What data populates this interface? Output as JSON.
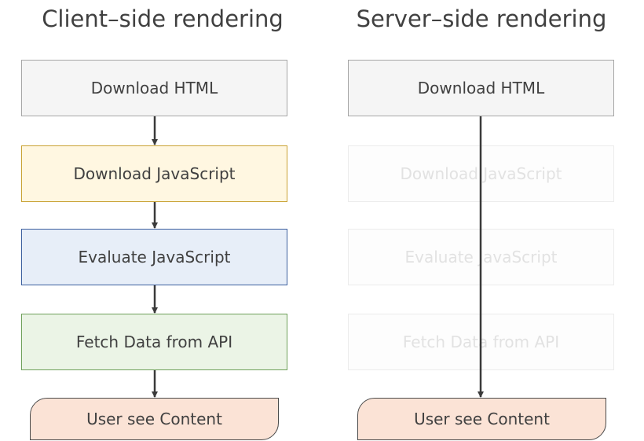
{
  "client_side": {
    "title": "Client–side rendering",
    "steps": [
      "Download HTML",
      "Download JavaScript",
      "Evaluate JavaScript",
      "Fetch Data from API"
    ],
    "final": "User see Content"
  },
  "server_side": {
    "title": "Server–side rendering",
    "steps": [
      "Download HTML",
      "Download JavaScript",
      "Evaluate JavaScript",
      "Fetch Data from API"
    ],
    "final": "User see Content"
  },
  "colors": {
    "html_step_fill": "#f5f5f5",
    "download_js_fill": "#fff7e1",
    "evaluate_js_fill": "#e7eef8",
    "fetch_data_fill": "#ebf4e6",
    "content_fill": "#fbe3d6",
    "skipped_step_text": "#e2e2e2"
  }
}
